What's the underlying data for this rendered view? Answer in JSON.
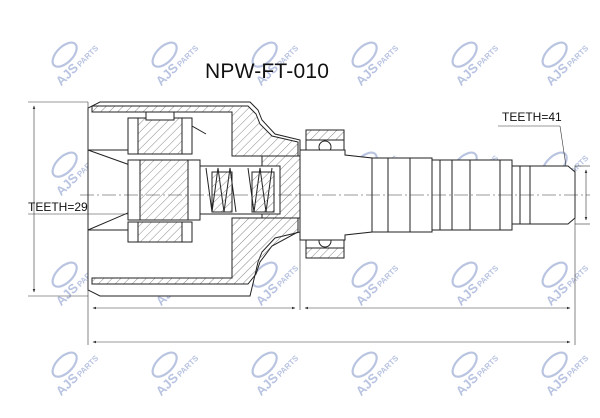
{
  "part_code": "NPW-FT-010",
  "labels": {
    "left_teeth": "TEETH=29",
    "right_teeth": "TEETH=41"
  },
  "watermark": {
    "text": "AJS PARTS",
    "brand_letters": "AJS",
    "brand_suffix": "PARTS",
    "color": "#7f93c8"
  },
  "colors": {
    "line": "#222222",
    "hatch": "#444444",
    "dim": "#333333"
  }
}
